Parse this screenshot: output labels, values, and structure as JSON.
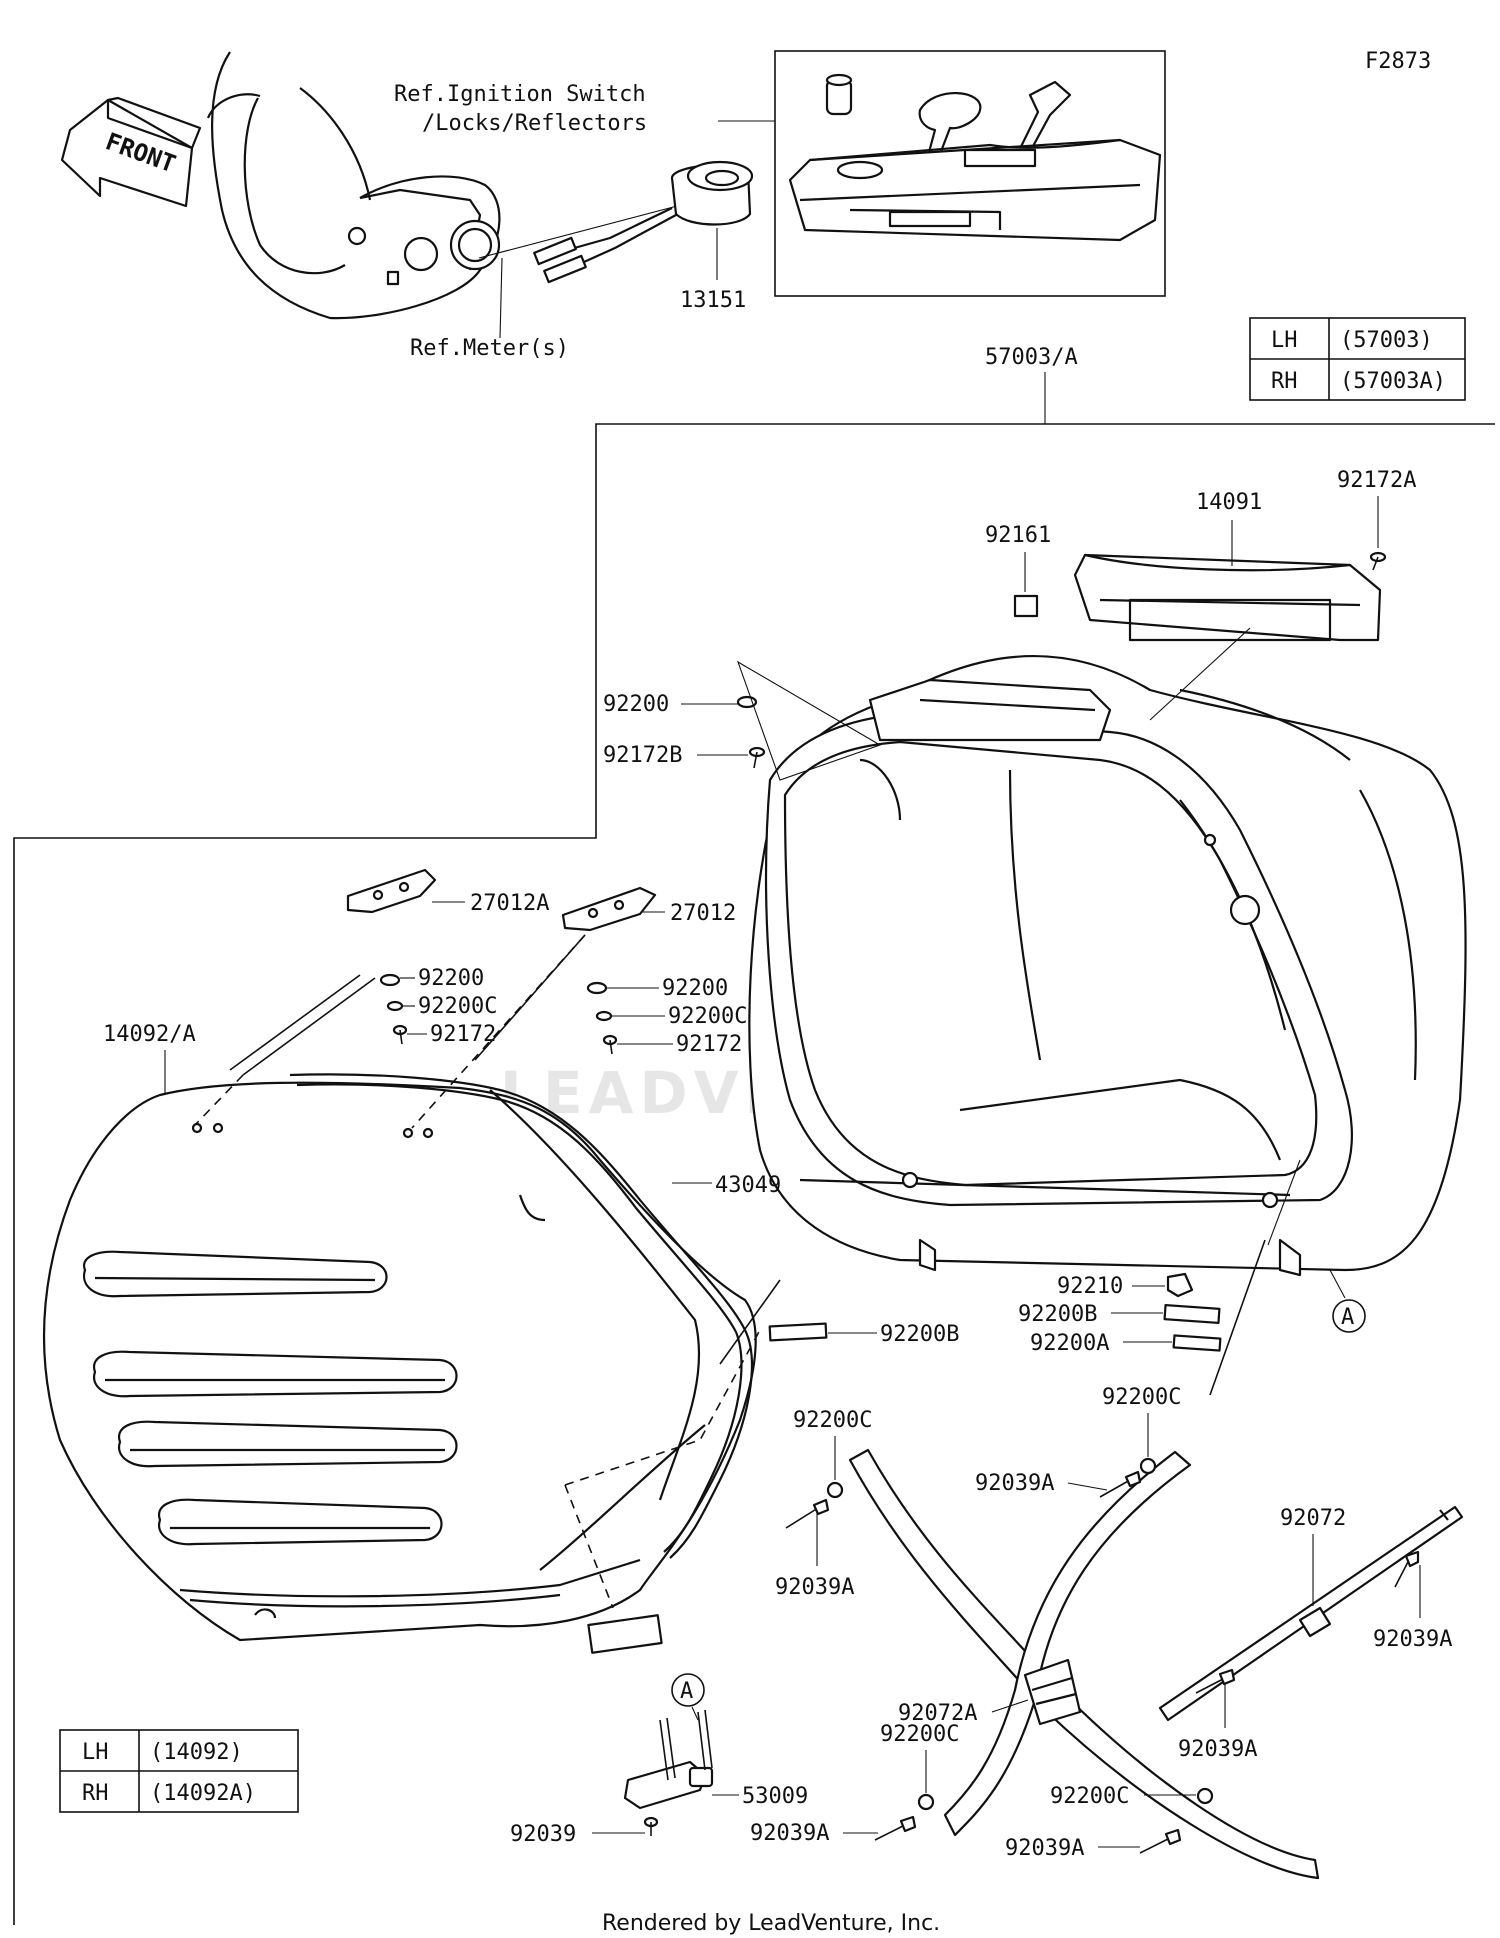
{
  "figure_code": "F2873",
  "watermark": "LEADVENTURE",
  "footer": "Rendered by LeadVenture, Inc.",
  "front_label": "FRONT",
  "refs": {
    "ignition_line1": "Ref.Ignition Switch",
    "ignition_line2": "/Locks/Reflectors",
    "meter": "Ref.Meter(s)"
  },
  "tables": {
    "saddlebag_case": [
      {
        "side": "LH",
        "part": "(57003)"
      },
      {
        "side": "RH",
        "part": "(57003A)"
      }
    ],
    "saddlebag_lid": [
      {
        "side": "LH",
        "part": "(14092)"
      },
      {
        "side": "RH",
        "part": "(14092A)"
      }
    ]
  },
  "callout_letter": "A",
  "parts": {
    "p13151": "13151",
    "p57003A": "57003/A",
    "p14091": "14091",
    "p92172A": "92172A",
    "p92161": "92161",
    "p92200_top": "92200",
    "p92172B": "92172B",
    "p27012A": "27012A",
    "p27012": "27012",
    "p92200_l": "92200",
    "p92200C_l": "92200C",
    "p92172_l": "92172",
    "p92200_r": "92200",
    "p92200C_r": "92200C",
    "p92172_r": "92172",
    "p14092A": "14092/A",
    "p43049": "43049",
    "p92200B_lid": "92200B",
    "p92210": "92210",
    "p92200B_case": "92200B",
    "p92200A": "92200A",
    "p92200C_mid": "92200C",
    "p92200C_right": "92200C",
    "p92039A_mid": "92039A",
    "p92039A_right": "92039A",
    "p92072": "92072",
    "p92039A_far": "92039A",
    "p92072A": "92072A",
    "p92039A_low": "92039A",
    "p53009": "53009",
    "p92039": "92039",
    "p92200C_bot1": "92200C",
    "p92200C_bot2": "92200C",
    "p92039A_bot1": "92039A",
    "p92039A_bot2": "92039A"
  }
}
